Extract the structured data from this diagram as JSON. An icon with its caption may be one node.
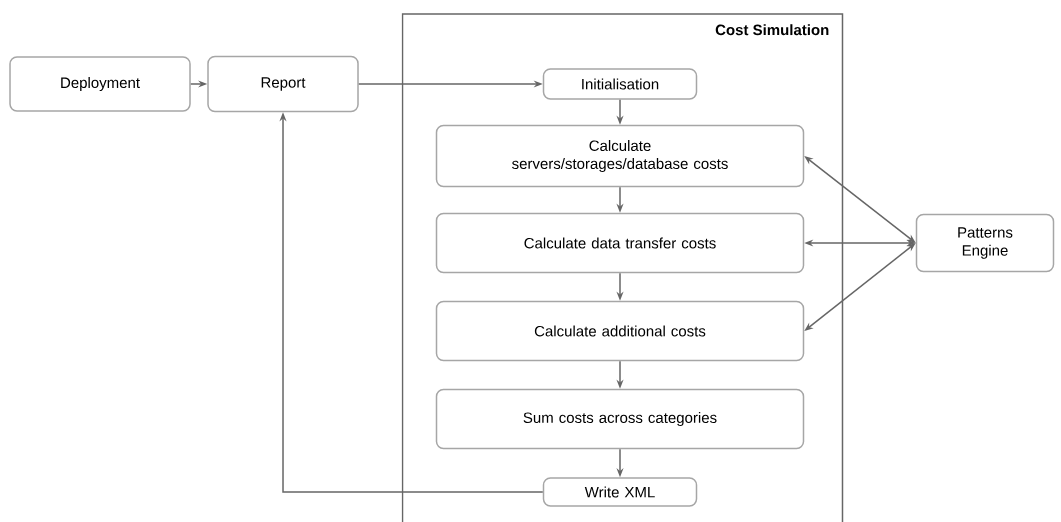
{
  "diagram": {
    "nodes": [
      {
        "text": [
          "Cost Simulation"
        ]
      },
      {
        "text": [
          "Deployment"
        ]
      },
      {
        "text": [
          "Report"
        ]
      },
      {
        "text": [
          "Initialisation"
        ],
        "in": 0
      },
      {
        "text": [
          "Calculate servers/storages/database costs"
        ],
        "in": 0
      },
      {
        "text": [
          "Calculate data transfer costs"
        ],
        "in": 0
      },
      {
        "text": [
          "Calculate additional costs"
        ],
        "in": 0
      },
      {
        "text": [
          "Sum costs across categories"
        ],
        "in": 0
      },
      {
        "text": [
          "Write XML"
        ],
        "in": 0
      },
      {
        "text": [
          "Patterns Engine"
        ]
      }
    ],
    "edges": [
      {
        "from": 1,
        "to": 2,
        "arrow": "to"
      },
      {
        "from": 2,
        "to": 3,
        "arrow": "to"
      },
      {
        "from": 3,
        "to": 4,
        "arrow": "to"
      },
      {
        "from": 4,
        "to": 5,
        "arrow": "to"
      },
      {
        "from": 5,
        "to": 6,
        "arrow": "to"
      },
      {
        "from": 6,
        "to": 7,
        "arrow": "to"
      },
      {
        "from": 7,
        "to": 8,
        "arrow": "to"
      },
      {
        "from": 8,
        "to": 2,
        "arrow": "to"
      },
      {
        "from": 9,
        "to": 4,
        "arrow": "both"
      },
      {
        "from": 9,
        "to": 5,
        "arrow": "both"
      },
      {
        "from": 9,
        "to": 6,
        "arrow": "both"
      }
    ]
  }
}
